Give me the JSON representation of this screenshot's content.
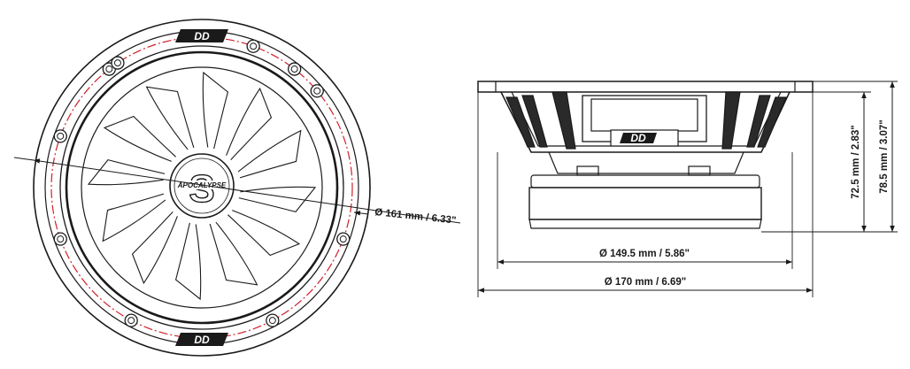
{
  "front_view": {
    "diameter_label": "Ø 161 mm / 6.33\"",
    "product_name": "APOCALYPSE",
    "center_letter": "S",
    "logo_text": "DD"
  },
  "side_view": {
    "mount_depth_label": "72.5 mm / 2.83\"",
    "total_depth_label": "78.5 mm / 3.07\"",
    "cutout_label": "Ø 149.5 mm / 5.86\"",
    "outer_label": "Ø 170 mm / 6.69\"",
    "logo_text": "DD"
  },
  "colors": {
    "line": "#1a1a1a",
    "accent_dashed": "#d0202a",
    "dark_frame": "#222222"
  }
}
